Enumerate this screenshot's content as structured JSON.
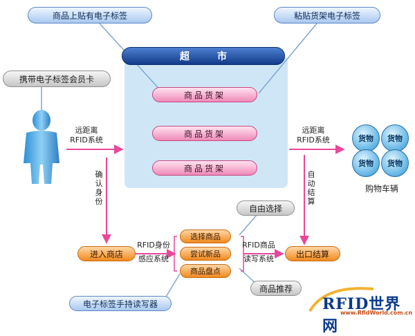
{
  "labels": {
    "top_left": "商品上贴有电子标签",
    "top_right": "粘贴货架电子标签",
    "supermarket": "超市",
    "member_card": "携带电子标签会员卡",
    "shelf_1": "商品货架",
    "shelf_2": "商品货架",
    "shelf_3": "商品货架",
    "left_rfid_line1": "远距离",
    "left_rfid_line2": "RFID系统",
    "right_rfid_line1": "远距离",
    "right_rfid_line2": "RFID系统",
    "confirm_identity": "确认身份",
    "auto_checkout": "自动结算",
    "goods": [
      "货物",
      "货物",
      "货物",
      "货物"
    ],
    "cart": "购物车辆",
    "free_choice": "自由选择",
    "enter_store": "进入商店",
    "rfid_id_line1": "RFID身份",
    "rfid_id_line2": "感应系统",
    "choose_goods": "选择商品",
    "try_new": "尝试新品",
    "inventory": "商品盘点",
    "rfid_goods_line1": "RFID商品",
    "rfid_goods_line2": "读写系统",
    "exit_checkout": "出口结算",
    "recommend": "商品推荐",
    "handheld_reader": "电子标签手持读写器",
    "logo_main": "RFID世界网",
    "logo_sub": "www.RfidWorld.com.cn"
  },
  "colors": {
    "arrow": "#e8479a",
    "connector": "#7fa7cf",
    "store_area": "#cfe6f7"
  }
}
